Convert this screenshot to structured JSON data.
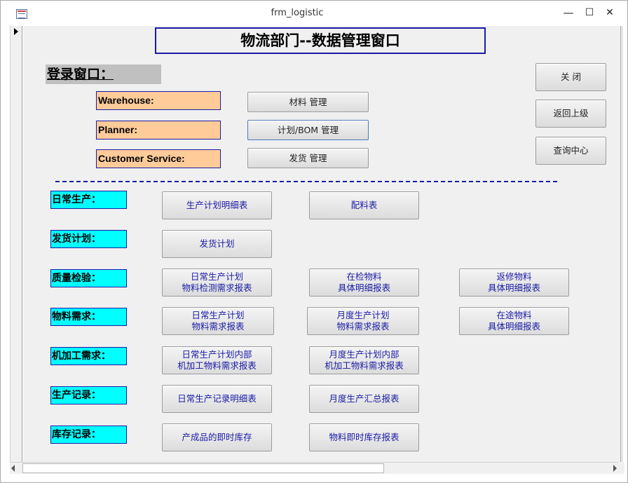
{
  "window": {
    "title": "frm_logistic",
    "minimize": "—",
    "maximize": "☐",
    "close": "✕"
  },
  "form": {
    "main_title": "物流部门--数据管理窗口",
    "login_title": "登录窗口：",
    "roles": [
      {
        "label": "Warehouse:",
        "button": "材料  管理"
      },
      {
        "label": "Planner:",
        "button": "计划/BOM  管理"
      },
      {
        "label": "Customer Service:",
        "button": "发货  管理"
      }
    ],
    "side_buttons": {
      "close": "关    闭",
      "back": "返回上级",
      "query": "查询中心"
    },
    "sections": {
      "daily": {
        "label": "日常生产：",
        "btn1": "生产计划明细表",
        "btn2": "配料表"
      },
      "shipping": {
        "label": "发货计划：",
        "btn1": "发货计划"
      },
      "quality": {
        "label": "质量检验：",
        "btn1_l1": "日常生产计划",
        "btn1_l2": "物料检测需求报表",
        "btn2_l1": "在检物料",
        "btn2_l2": "具体明细报表",
        "btn3_l1": "返修物料",
        "btn3_l2": "具体明细报表"
      },
      "material": {
        "label": "物料需求：",
        "btn1_l1": "日常生产计划",
        "btn1_l2": "物料需求报表",
        "btn2_l1": "月度生产计划",
        "btn2_l2": "物料需求报表",
        "btn3_l1": "在途物料",
        "btn3_l2": "具体明细报表"
      },
      "machining": {
        "label": "机加工需求：",
        "btn1_l1": "日常生产计划内部",
        "btn1_l2": "机加工物料需求报表",
        "btn2_l1": "月度生产计划内部",
        "btn2_l2": "机加工物料需求报表"
      },
      "production": {
        "label": "生产记录：",
        "btn1": "日常生产记录明细表",
        "btn2": "月度生产汇总报表"
      },
      "inventory": {
        "label": "库存记录：",
        "btn1": "产成品的即时库存",
        "btn2": "物料即时库存报表"
      }
    }
  }
}
